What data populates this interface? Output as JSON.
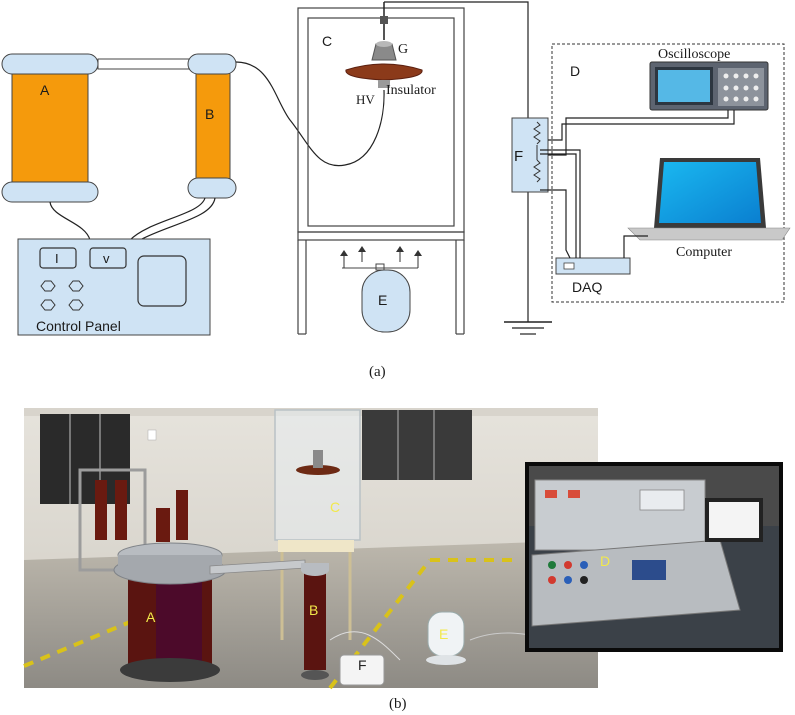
{
  "diagram": {
    "labels": {
      "a": "A",
      "b": "B",
      "c": "C",
      "d": "D",
      "e": "E",
      "f": "F",
      "g": "G",
      "hv": "HV",
      "insulator": "Insulator",
      "oscilloscope": "Oscilloscope",
      "computer": "Computer",
      "daq": "DAQ",
      "control_panel": "Control Panel",
      "current": "I",
      "voltage": "v"
    },
    "caption": "(a)"
  },
  "photo": {
    "labels": {
      "a": "A",
      "b": "B",
      "c": "C",
      "d": "D",
      "e": "E",
      "f": "F"
    },
    "caption": "(b)"
  },
  "colors": {
    "transformer_orange": "#f59a0c",
    "component_blue": "#cfe3f4",
    "insulator_brown": "#8b3a1a",
    "photo_label_yellow": "#f2e94a"
  }
}
